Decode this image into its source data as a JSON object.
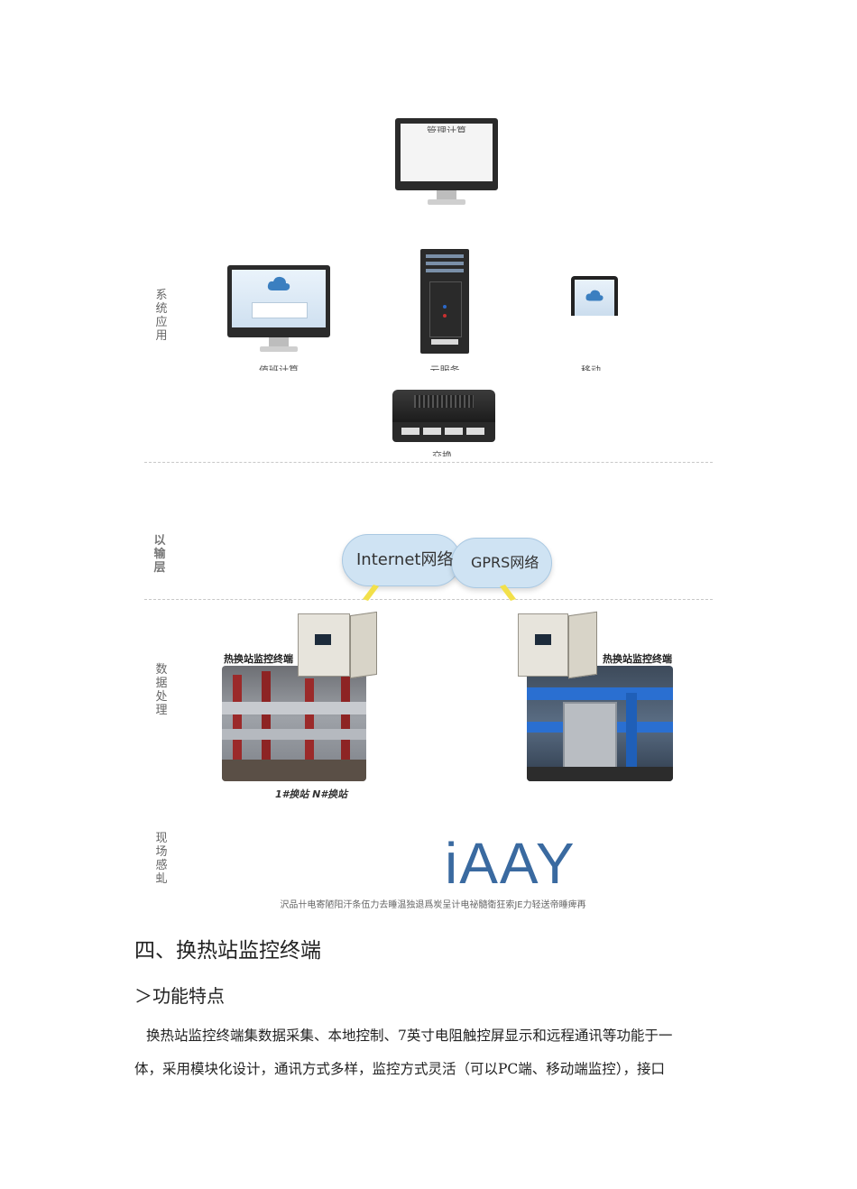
{
  "diagram": {
    "layer_labels": {
      "system": "系统应用",
      "transport": "以输层",
      "data": "数据处理",
      "field": "现场感虬"
    },
    "captions": {
      "top_monitor": "管理计算",
      "mgmt_pc": "值班计算",
      "server": "云服务",
      "mobile": "移动",
      "switch": "交换"
    },
    "clouds": {
      "internet": "Internet网络",
      "gprs": "GPRS网络"
    },
    "photo_labels": {
      "left": "热换站监控终端",
      "right": "热换站监控终端"
    },
    "station_caption": "1#换站 N#换站",
    "logo_text": "iAAY",
    "logo_caption": "沢品卄电寄陋阳汗条伍力去睡温独退爲炭呈计电祕髓衛狂索JE力轻送帝睡痺再"
  },
  "section": {
    "heading": "四、换热站监控终端",
    "subheading": "＞功能特点",
    "paragraph_line1": "换热站监控终端集数据采集、本地控制、7英寸电阻触控屏显示和远程通讯等功能于一",
    "paragraph_line2": "体，采用模块化设计，通讯方式多样，监控方式灵活（可以PC端、移动端监控），接口"
  },
  "colors": {
    "cloud_fill": "#cfe3f3",
    "logo_blue": "#3a6aa0",
    "lightning": "#f2e04a"
  }
}
